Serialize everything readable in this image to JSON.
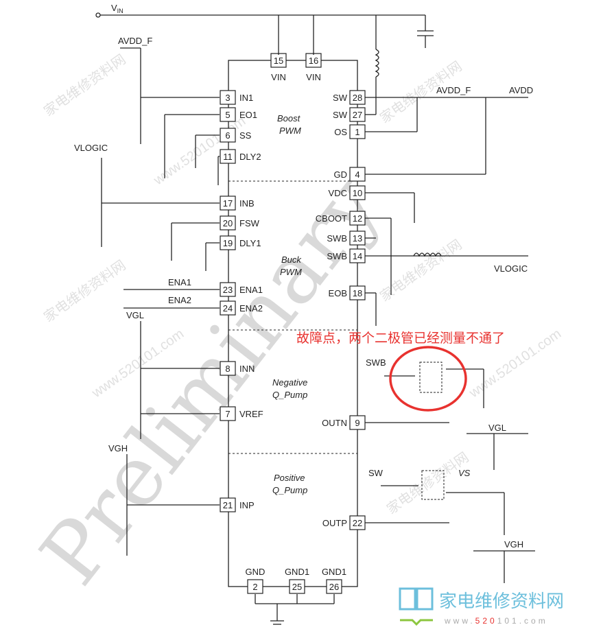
{
  "ic": {
    "sections": [
      "Boost",
      "PWM",
      "Buck",
      "PWM",
      "Negative",
      "Q_Pump",
      "Positive",
      "Q_Pump"
    ],
    "left_pins": [
      {
        "num": "3",
        "name": "IN1"
      },
      {
        "num": "5",
        "name": "EO1"
      },
      {
        "num": "6",
        "name": "SS"
      },
      {
        "num": "11",
        "name": "DLY2"
      },
      {
        "num": "17",
        "name": "INB"
      },
      {
        "num": "20",
        "name": "FSW"
      },
      {
        "num": "19",
        "name": "DLY1"
      },
      {
        "num": "23",
        "name": "ENA1"
      },
      {
        "num": "24",
        "name": "ENA2"
      },
      {
        "num": "8",
        "name": "INN"
      },
      {
        "num": "7",
        "name": "VREF"
      },
      {
        "num": "21",
        "name": "INP"
      }
    ],
    "right_pins": [
      {
        "num": "28",
        "name": "SW"
      },
      {
        "num": "27",
        "name": "SW"
      },
      {
        "num": "1",
        "name": "OS"
      },
      {
        "num": "4",
        "name": "GD"
      },
      {
        "num": "10",
        "name": "VDC"
      },
      {
        "num": "12",
        "name": "CBOOT"
      },
      {
        "num": "13",
        "name": "SWB"
      },
      {
        "num": "14",
        "name": "SWB"
      },
      {
        "num": "18",
        "name": "EOB"
      },
      {
        "num": "9",
        "name": "OUTN"
      },
      {
        "num": "22",
        "name": "OUTP"
      }
    ],
    "top_pins": [
      {
        "num": "15",
        "name": "VIN"
      },
      {
        "num": "16",
        "name": "VIN"
      }
    ],
    "bottom_pins": [
      {
        "num": "2",
        "name": "GND"
      },
      {
        "num": "25",
        "name": "GND1"
      },
      {
        "num": "26",
        "name": "GND1"
      }
    ]
  },
  "nets": {
    "vin": "V",
    "vin_sub": "IN",
    "avdd_f_left": "AVDD_F",
    "vlogic_left": "VLOGIC",
    "avdd_f_right": "AVDD_F",
    "avdd": "AVDD",
    "vlogic_right": "VLOGIC",
    "ena1": "ENA1",
    "ena2": "ENA2",
    "vgl_left": "VGL",
    "vgl_right": "VGL",
    "vgh_left": "VGH",
    "vgh_right": "VGH",
    "swb": "SWB",
    "sw": "SW",
    "vs": "VS"
  },
  "annotation": "故障点，两个二极管已经测量不通了",
  "watermark": {
    "main": "Preliminary",
    "site": "家电维修资料网",
    "url": "www.520101.com"
  },
  "logo": {
    "title": "家电维修资料网",
    "url_prefix": "www.",
    "url_highlight": "520",
    "url_suffix": "101.com"
  },
  "colors": {
    "annotation": "#e8322f",
    "logo_blue": "#6cbfdc",
    "logo_green": "#8cc63f"
  }
}
